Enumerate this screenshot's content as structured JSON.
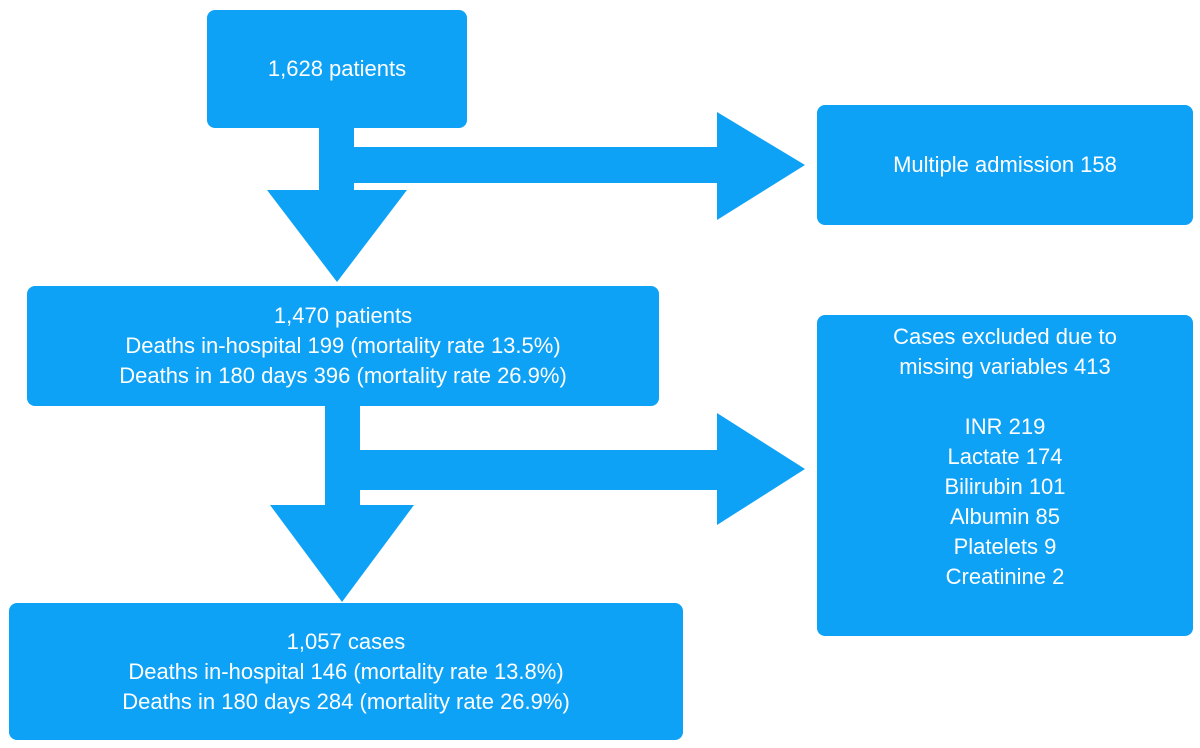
{
  "colors": {
    "box_fill": "#0ea2f6",
    "arrow_fill": "#0ea2f6",
    "text": "#ffffff"
  },
  "flow": {
    "start": {
      "label": "1,628 patients"
    },
    "after_admission": {
      "count": "1,470 patients",
      "deaths_in_hospital": "Deaths in-hospital 199 (mortality rate 13.5%)",
      "deaths_180_days": "Deaths in 180 days 396 (mortality rate 26.9%)"
    },
    "final": {
      "count": "1,057 cases",
      "deaths_in_hospital": "Deaths in-hospital 146 (mortality rate 13.8%)",
      "deaths_180_days": "Deaths in 180 days 284 (mortality rate 26.9%)"
    }
  },
  "exclusions": {
    "multiple_admission": "Multiple admission 158",
    "missing": {
      "title_line1": "Cases excluded due to",
      "title_line2": "missing variables 413",
      "items": [
        "INR 219",
        "Lactate 174",
        "Bilirubin 101",
        "Albumin 85",
        "Platelets 9",
        "Creatinine 2"
      ]
    }
  }
}
